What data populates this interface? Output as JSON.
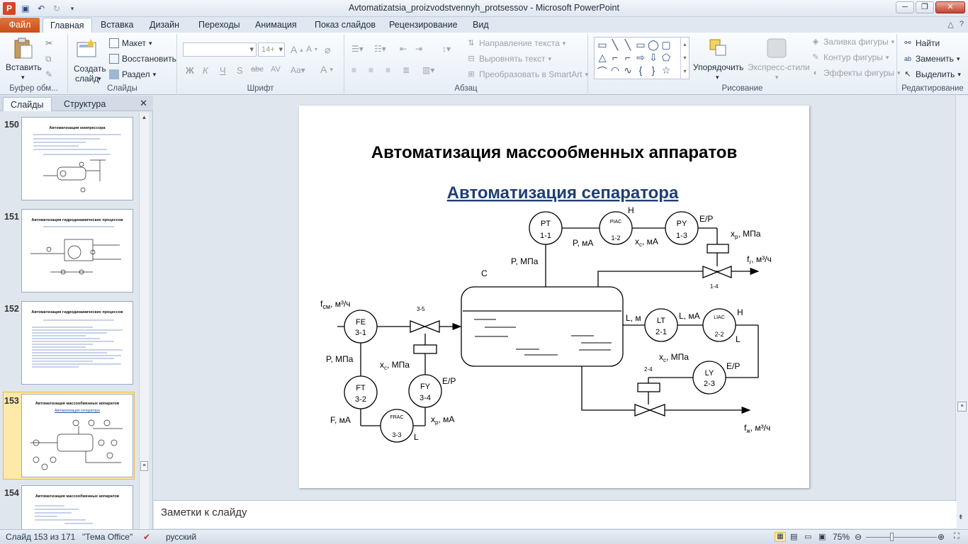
{
  "window": {
    "title": "Avtomatizatsia_proizvodstvennyh_protsessov  -  Microsoft PowerPoint",
    "app_icon": "P"
  },
  "tabs": [
    "Файл",
    "Главная",
    "Вставка",
    "Дизайн",
    "Переходы",
    "Анимация",
    "Показ слайдов",
    "Рецензирование",
    "Вид"
  ],
  "ribbon": {
    "clipboard": {
      "paste": "Вставить",
      "label": "Буфер обм..."
    },
    "slides": {
      "new_slide": "Создать",
      "new_slide2": "слайд",
      "layout": "Макет",
      "reset": "Восстановить",
      "section": "Раздел",
      "label": "Слайды"
    },
    "font": {
      "size": "14+",
      "label": "Шрифт"
    },
    "paragraph": {
      "text_dir": "Направление текста",
      "align_text": "Выровнять текст",
      "smartart": "Преобразовать в SmartArt",
      "label": "Абзац"
    },
    "drawing": {
      "arrange": "Упорядочить",
      "quick_styles": "Экспресс-стили",
      "fill": "Заливка фигуры",
      "outline": "Контур фигуры",
      "effects": "Эффекты фигуры",
      "label": "Рисование"
    },
    "editing": {
      "find": "Найти",
      "replace": "Заменить",
      "select": "Выделить",
      "label": "Редактирование"
    }
  },
  "panel": {
    "tab_slides": "Слайды",
    "tab_outline": "Структура"
  },
  "thumbnails": [
    {
      "num": "150",
      "title": "Автоматизация компрессора"
    },
    {
      "num": "151",
      "title": "Автоматизация гидродинамических процессов"
    },
    {
      "num": "152",
      "title": "Автоматизация гидродинамических процессов"
    },
    {
      "num": "153",
      "title": "Автоматизация массообменных аппаратов",
      "sub": "Автоматизация сепаратора"
    },
    {
      "num": "154",
      "title": "Автоматизация массообменных аппаратов"
    }
  ],
  "slide": {
    "title": "Автоматизация массообменных аппаратов",
    "subtitle": "Автоматизация сепаратора",
    "instruments": {
      "pt": [
        "PT",
        "1-1"
      ],
      "piac": [
        "PIAC",
        "1-2"
      ],
      "py": [
        "PY",
        "1-3"
      ],
      "fe": [
        "FE",
        "3-1"
      ],
      "ft": [
        "FT",
        "3-2"
      ],
      "frac": [
        "FRAC",
        "3-3"
      ],
      "fy": [
        "FY",
        "3-4"
      ],
      "lt": [
        "LT",
        "2-1"
      ],
      "liac": [
        "LIAC",
        "2-2"
      ],
      "ly": [
        "LY",
        "2-3"
      ]
    },
    "labels": {
      "h1": "H",
      "ep1": "E/P",
      "xp1": "x",
      "xp1sub": "p",
      "xp1unit": ", МПа",
      "p_ma": "P, мА",
      "xc_ma": "x",
      "xc_ma_sub": "c",
      "xc_ma_unit": ", мА",
      "fg": "f",
      "fg_sub": "г",
      "fg_unit": ", м³/ч",
      "p_mpa": "P, МПа",
      "c": "C",
      "v14": "1-4",
      "fcm": "f",
      "fcm_sub": "см",
      "fcm_unit": ", м³/ч",
      "v35": "3-5",
      "l_m": "L, м",
      "l_ma": "L, мА",
      "h2": "H",
      "l2": "L",
      "p_mpa2": "P, МПа",
      "xc_mpa": "x",
      "xc_mpa_sub": "c",
      "xc_mpa_unit": ", МПа",
      "ep2": "E/P",
      "xc2": "x",
      "xc2_sub": "c",
      "xc2_unit": ", МПа",
      "v24": "2-4",
      "ep3": "E/P",
      "f_ma": "F, мА",
      "xp2": "x",
      "xp2_sub": "p",
      "xp2_unit": ", мА",
      "l3": "L",
      "fzh": "f",
      "fzh_sub": "ж",
      "fzh_unit": ", м³/ч"
    }
  },
  "notes": "Заметки к слайду",
  "status": {
    "slide": "Слайд 153 из 171",
    "theme": "\"Тема Office\"",
    "lang": "русский",
    "zoom": "75%"
  }
}
